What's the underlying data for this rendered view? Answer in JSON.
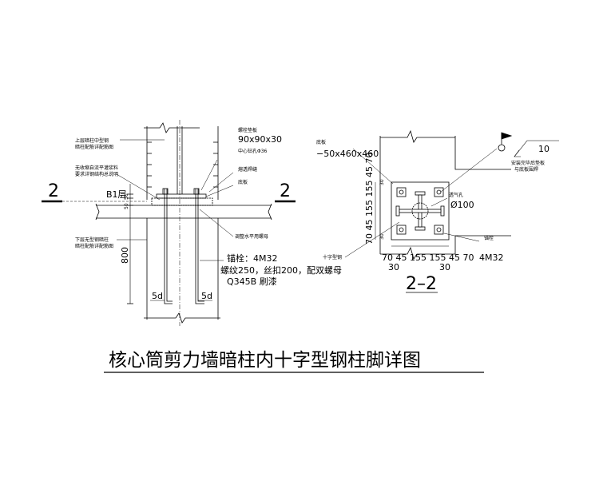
{
  "title": "核心筒剪力墙暗柱内十字型钢柱脚详图",
  "left_detail": {
    "section_mark_left": "2",
    "section_mark_right": "2",
    "level_label": "B1层",
    "note_upper_column": [
      "上层暗柱中型钢",
      "暗柱配筋详配筋图"
    ],
    "note_grout": [
      "无收缩自流平灌浆料",
      "要求详钢结构总说明"
    ],
    "note_lower_column": [
      "下层无型钢暗柱",
      "暗柱配筋详配筋图"
    ],
    "note_anchor_washer": "螺栓垫板",
    "washer_size": "90x90x30",
    "washer_hole": "中心钻孔Φ36",
    "note_weld": "熔透焊缝",
    "note_base_plate": "底板",
    "note_leveling_nut": "调整水平用螺母",
    "anchor_bolt": "锚栓：4M32",
    "anchor_spec": "螺纹250，丝扣200，配双螺母",
    "anchor_grade": "Q345B 刷漆",
    "dim_grout_1": "50",
    "dim_grout_2": "50",
    "dim_embed": "800",
    "dim_hook_left": "5d",
    "dim_hook_right": "5d"
  },
  "right_detail": {
    "section_label": "2–2",
    "note_base_plate": "底板",
    "base_plate_size": "−50x460x460",
    "note_vent_hole": "透气孔",
    "vent_hole_size": "Ø100",
    "note_anchor": "锚栓",
    "anchor_bolt": "4M32",
    "note_cross_steel": "十字型钢",
    "elevation_value": "10",
    "elevation_note": [
      "安装完毕后垫板",
      "与底板围焊"
    ],
    "dim_chain_vertical": "70 45 155 155 45 70",
    "dim_chain_horizontal": "70 45 155 155 45 70",
    "dim_30_a": "30",
    "dim_30_b": "30",
    "dim_30_c": "30",
    "dim_30_d": "30"
  }
}
